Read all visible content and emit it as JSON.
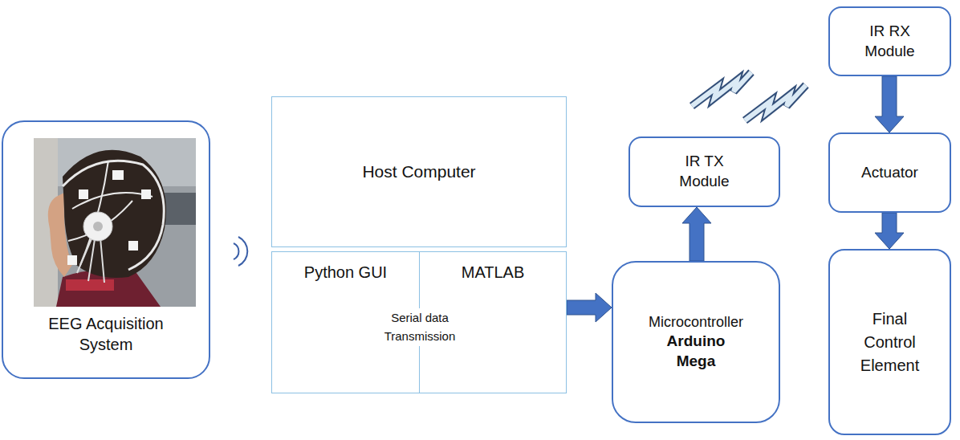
{
  "diagram": {
    "nodes": [
      {
        "text": [
          "EEG Acquisition System"
        ]
      },
      {
        "text": [
          "Host Computer"
        ]
      },
      {
        "text": [
          "Python GUI"
        ]
      },
      {
        "text": [
          "MATLAB"
        ]
      },
      {
        "text": [
          "Microcontroller",
          "Arduino Mega"
        ]
      },
      {
        "text": [
          "IR TX Module"
        ]
      },
      {
        "text": [
          "IR RX Module"
        ]
      },
      {
        "text": [
          "Actuator"
        ]
      },
      {
        "text": [
          "Final Control Element"
        ]
      }
    ],
    "edges": [
      {
        "from": 3,
        "to": 4,
        "arrow": "to"
      },
      {
        "from": 4,
        "to": 5,
        "arrow": "to"
      },
      {
        "from": 6,
        "to": 7,
        "arrow": "to"
      },
      {
        "from": 7,
        "to": 8,
        "arrow": "to"
      }
    ],
    "labels": [
      "Serial data Transmission"
    ]
  }
}
